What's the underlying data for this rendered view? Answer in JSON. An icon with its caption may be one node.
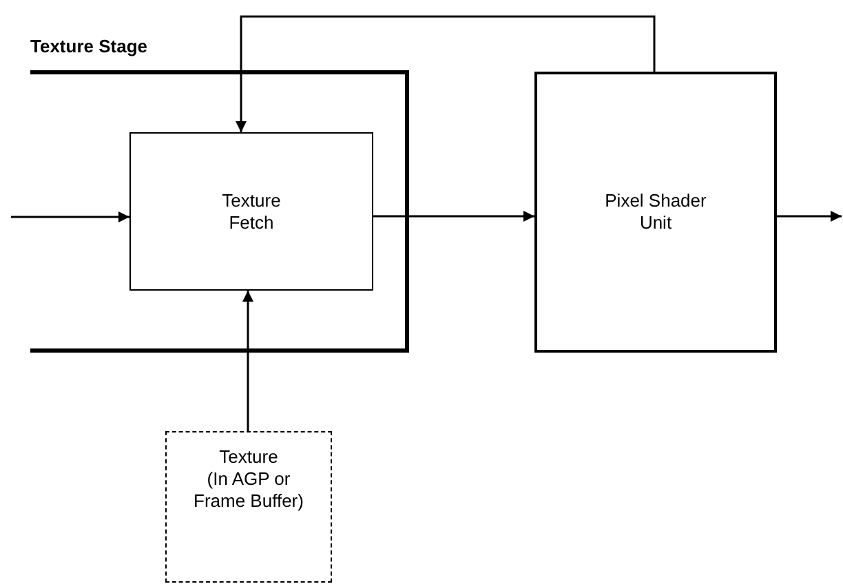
{
  "diagram": {
    "nodes": [
      {
        "text": [
          "Texture Stage"
        ]
      },
      {
        "text": [
          "Texture Fetch"
        ],
        "in": 0
      },
      {
        "text": [
          "Pixel Shader Unit"
        ]
      },
      {
        "text": [
          "Texture",
          "(In AGP or Frame Buffer)"
        ]
      }
    ],
    "edges": [
      {
        "from": null,
        "to": 1,
        "arrow": "to"
      },
      {
        "from": 1,
        "to": 2,
        "arrow": "to"
      },
      {
        "from": 2,
        "to": 1,
        "arrow": "to"
      },
      {
        "from": 3,
        "to": 1,
        "arrow": "to"
      },
      {
        "from": 2,
        "to": null,
        "arrow": "to"
      }
    ]
  }
}
